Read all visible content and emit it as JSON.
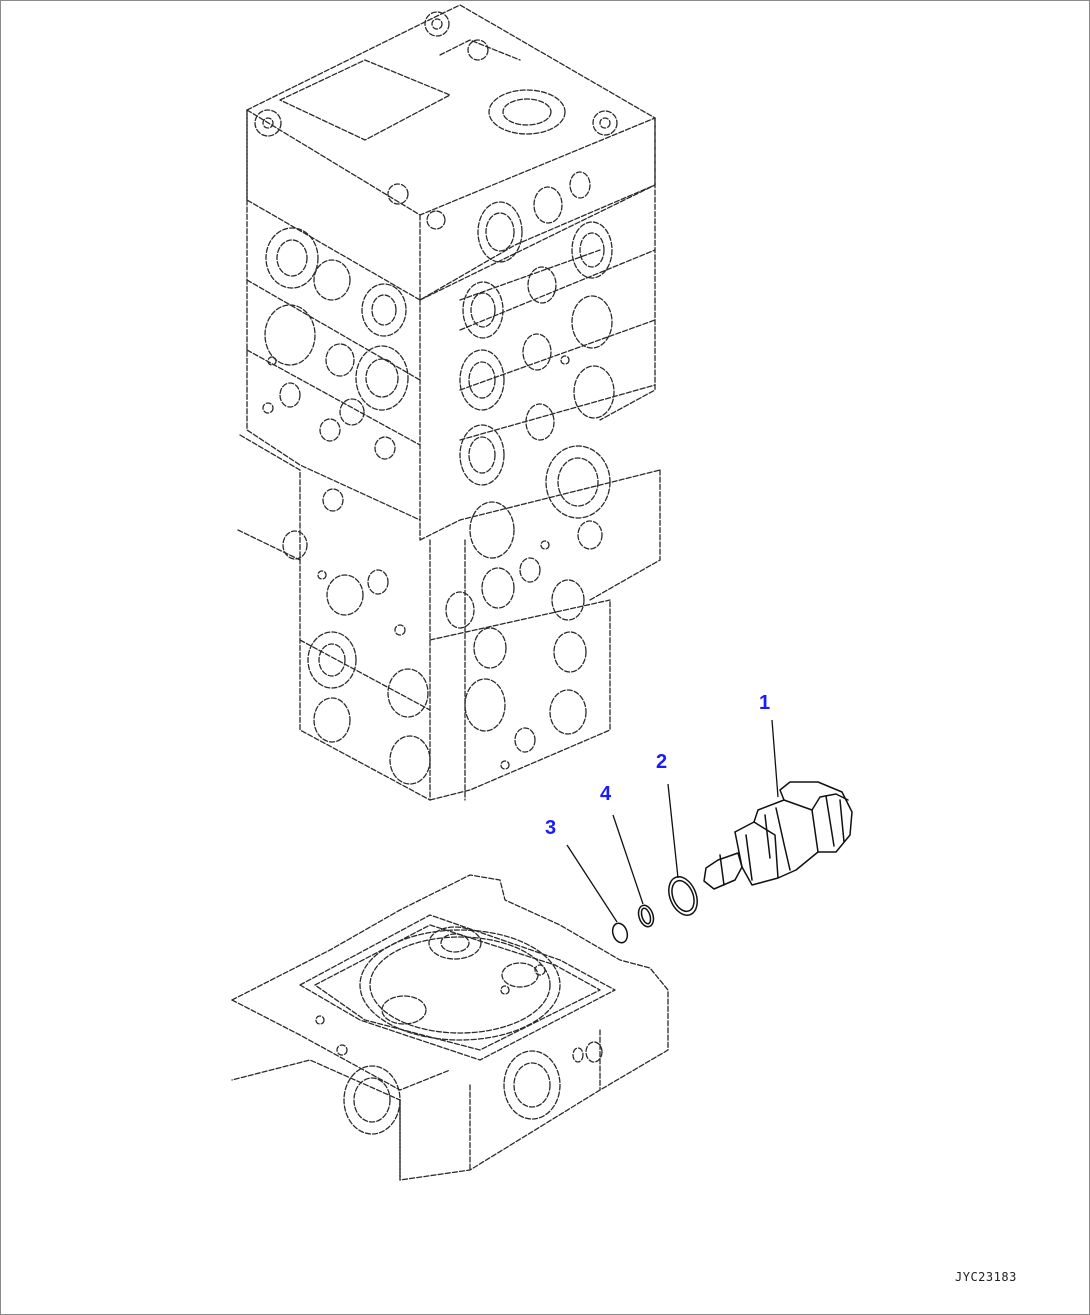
{
  "callouts": [
    {
      "number": "1"
    },
    {
      "number": "2"
    },
    {
      "number": "3"
    },
    {
      "number": "4"
    }
  ],
  "drawing_code": "JYC23183",
  "colors": {
    "callout_text": "#1a1aff",
    "line": "#111111",
    "frame": "#8a8a8a"
  }
}
